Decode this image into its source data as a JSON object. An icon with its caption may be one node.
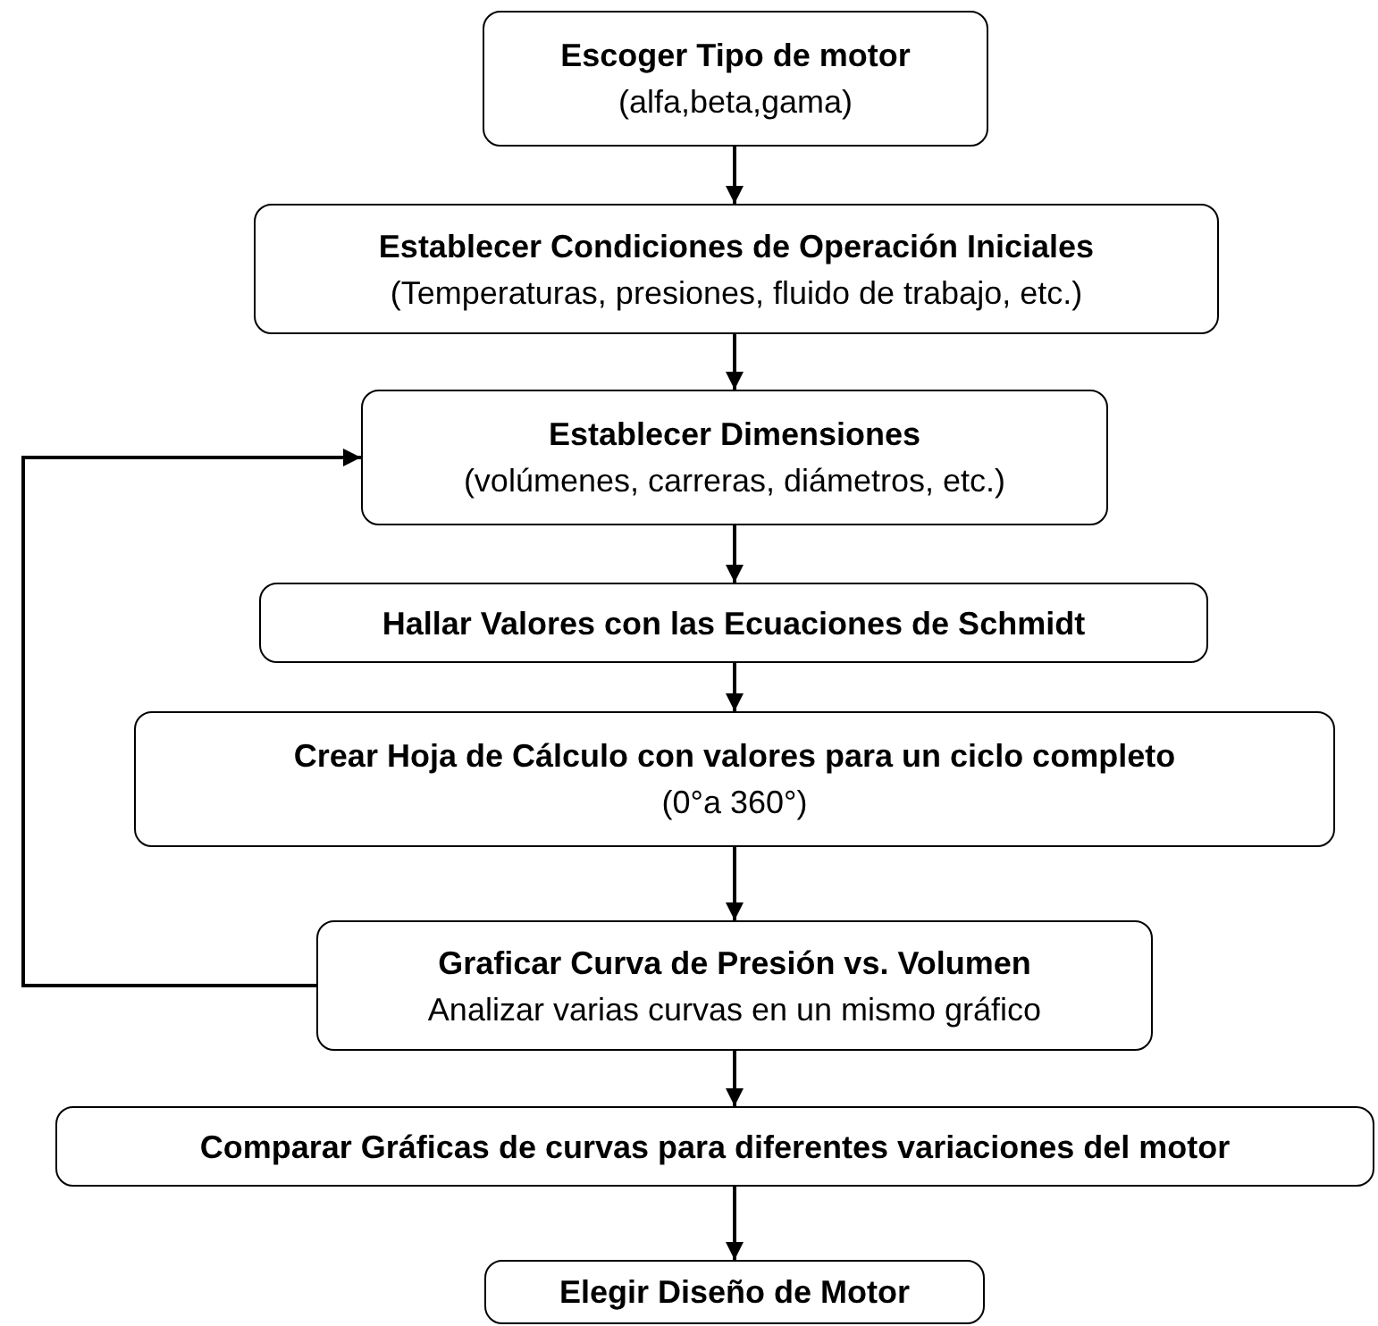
{
  "diagram": {
    "nodes": [
      {
        "text": [
          "Escoger Tipo de motor",
          "(alfa,beta,gama)"
        ]
      },
      {
        "text": [
          "Establecer Condiciones de Operación Iniciales",
          "(Temperaturas, presiones, fluido de trabajo, etc.)"
        ]
      },
      {
        "text": [
          "Establecer Dimensiones",
          "(volúmenes, carreras, diámetros, etc.)"
        ]
      },
      {
        "text": [
          "Hallar Valores con las Ecuaciones de Schmidt"
        ]
      },
      {
        "text": [
          "Crear Hoja de Cálculo con valores para un ciclo completo",
          "(0°a 360°)"
        ]
      },
      {
        "text": [
          "Graficar Curva  de Presión vs. Volumen",
          "Analizar varias curvas en un mismo gráfico"
        ]
      },
      {
        "text": [
          "Comparar Gráficas de curvas para diferentes variaciones del motor"
        ]
      },
      {
        "text": [
          "Elegir Diseño de Motor"
        ]
      }
    ],
    "edges": [
      {
        "from": 0,
        "to": 1,
        "arrow": "to"
      },
      {
        "from": 1,
        "to": 2,
        "arrow": "to"
      },
      {
        "from": 2,
        "to": 3,
        "arrow": "to"
      },
      {
        "from": 3,
        "to": 4,
        "arrow": "to"
      },
      {
        "from": 4,
        "to": 5,
        "arrow": "to"
      },
      {
        "from": 5,
        "to": 2,
        "arrow": "to"
      },
      {
        "from": 5,
        "to": 6,
        "arrow": "to"
      },
      {
        "from": 6,
        "to": 7,
        "arrow": "to"
      }
    ]
  }
}
